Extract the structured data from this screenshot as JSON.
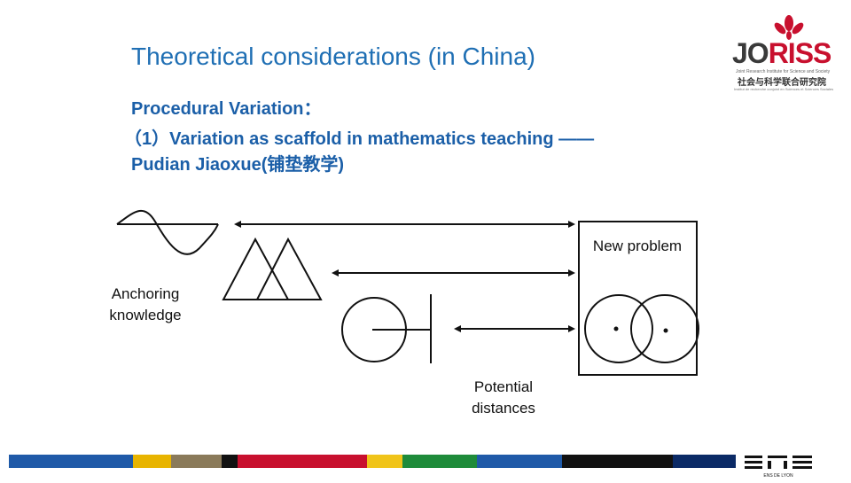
{
  "slide": {
    "title": "Theoretical considerations (in China)",
    "line1": "Procedural Variation：",
    "line2": "（1）Variation as scaffold in mathematics teaching ——",
    "line3": "Pudian Jiaoxue(铺垫教学)"
  },
  "logo": {
    "word_prefix": "JO",
    "word_suffix": "RISS",
    "sub_en": "Joint Research Institute for Science and Society",
    "sub_cn": "社会与科学联合研究院",
    "sub_fr": "Institut de recherche conjoint en Sciences et Sciences Sociales"
  },
  "diagram": {
    "anchoring_label": "Anchoring knowledge",
    "new_problem_label": "New problem",
    "potential_label": "Potential distances"
  },
  "footer": {
    "stripe_colors": [
      "#1f5aa8",
      "#e8b400",
      "#8a7a5a",
      "#111111",
      "#c8102e",
      "#f0c419",
      "#1e8b3a",
      "#1f5aa8",
      "#111111",
      "#0b2a66"
    ],
    "logo_text": "ENS",
    "logo_sub": "ENS DE LYON"
  }
}
